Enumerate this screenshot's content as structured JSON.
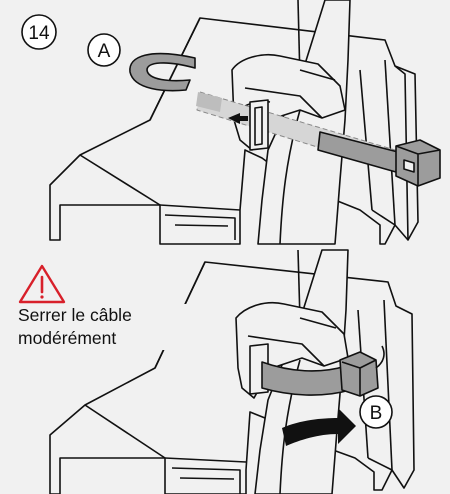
{
  "step": {
    "number": "14"
  },
  "callouts": {
    "a": "A",
    "b": "B"
  },
  "warning": {
    "icon": "warning-triangle-icon",
    "color": "#d8202a",
    "line1": "Serrer le câble",
    "line2": "modérément"
  },
  "colors": {
    "background": "#f1f1f1",
    "line": "#111111",
    "cable_tie": "#9c9c9c",
    "cable_tie_ghost": "#d6d6d6",
    "arrow": "#111111"
  }
}
